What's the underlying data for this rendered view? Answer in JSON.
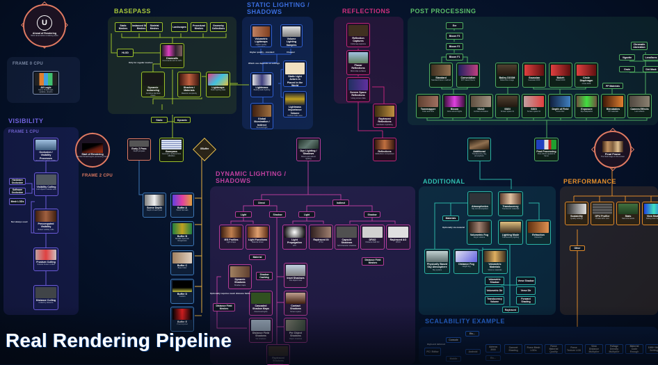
{
  "caption": "Real Rendering Pipeline",
  "colors": {
    "background": "#041022",
    "main_flow": "#e07a62",
    "visibility": "#6b5bd8",
    "basepass": "#9bc02a",
    "static_lighting": "#2f5fd0",
    "reflections": "#c0257a",
    "post_processing": "#4fae62",
    "dynamic_lighting": "#b43c9a",
    "additional": "#2bb3a6",
    "performance": "#e08a2a",
    "scalability": "#1f5fd0",
    "gbuffer": "#3d78b8"
  },
  "main_flow": {
    "ahead": {
      "label": "Ahead of Rendering",
      "sub": "Work done before rendering starts"
    },
    "frame0_label": "FRAME 0 CPU",
    "frame1_label": "FRAME 1 CPU",
    "frame2_label": "FRAME 2 CPU",
    "cpu_logic": {
      "label": "All Logic",
      "sub": "Game thread logic, updates, physics"
    },
    "start": {
      "label": "Start of Rendering",
      "sub": "Render thread begins processing frame"
    },
    "early_z": {
      "label": "Early Z Pass",
      "sub": "Depth prepass"
    },
    "basepass_node": {
      "label": "Basepass",
      "sub": "Geometry rendered into GBuffers"
    },
    "gbuffer_diamond": {
      "label": "GBuffer"
    },
    "dyn_lighting_node": {
      "label": "Dyn Lighting / Shadows",
      "sub": "Direct and indirect lighting"
    },
    "reflections_node": {
      "label": "Reflections",
      "sub": "Reflections composited"
    },
    "additional_node": {
      "label": "Additional",
      "sub": "Translucency, fog, atmosphere"
    },
    "post_node": {
      "label": "Post Processing",
      "sub": "Post effects applied to frame"
    },
    "final": {
      "label": "Final Frame",
      "sub": "The final image on the screen"
    }
  },
  "sections": {
    "visibility": {
      "title": "VISIBILITY",
      "nodes": [
        {
          "label": "Occlusion / Visibility Processes",
          "sub": "Determine what is visible"
        },
        {
          "label": "Visibility Culling",
          "sub": "Cull objects outside view"
        },
        {
          "label": "Precomputed Visibility",
          "sub": "Baked visibility cells"
        },
        {
          "label": "Frustum Culling",
          "sub": "Outside frustum culled"
        },
        {
          "label": "Distance Culling",
          "sub": "Culled by distance"
        }
      ],
      "pills": [
        "Hardware Occlusion",
        "Software Occlusion",
        "Mesh LODs"
      ],
      "note": "Not always used"
    },
    "basepass": {
      "title": "BASEPASS",
      "pills_top": [
        "Static Meshes",
        "Instanced Static Meshes",
        "Skeletal Meshes",
        "Landscapes",
        "Procedural Meshes",
        "Geometry Collections"
      ],
      "hlod": "HLOD",
      "drawcalls": {
        "label": "Drawcalls",
        "sub": "Commands sent to GPU"
      },
      "note": "Only for regular meshes",
      "dynamic_instancing": {
        "label": "Dynamic Instancing",
        "sub": "Combine identical draws"
      },
      "shaders": {
        "label": "Shaders / Materials",
        "sub": "Material complexity"
      },
      "lightmaps": {
        "label": "Lightmaps",
        "sub": "Static lighting data"
      },
      "static_pill": "Static",
      "dynamic_pill": "Dynamic"
    },
    "static_lighting": {
      "title_line1": "STATIC LIGHTING /",
      "title_line2": "SHADOWS",
      "nodes": [
        {
          "label": "Volumetric Lightmaps",
          "sub": "Higher quality standard"
        },
        {
          "label": "Volume Lighting Samples",
          "sub": "Cheaper"
        },
        {
          "label": "Lightmass",
          "sub": "Baking static lighting"
        },
        {
          "label": "Static Light Actors in Placed in the World",
          "sub": "Lights placed in level"
        },
        {
          "label": "Lightmass Importance Volume",
          "sub": "Defines bake area"
        },
        {
          "label": "Global Illumination / Indirect",
          "sub": "Bounced light"
        }
      ],
      "notes": [
        "Higher quality - standard",
        "Cheaper",
        "Which one depends on settings"
      ]
    },
    "reflections": {
      "title": "REFLECTIONS",
      "nodes": [
        {
          "label": "Reflection Captures",
          "sub": "Cubemap captures"
        },
        {
          "label": "Planar Reflections",
          "sub": "Mirror-like surfaces"
        },
        {
          "label": "Screen Space Reflections",
          "sub": "Using screen data"
        },
        {
          "label": "Raytraced Reflections",
          "sub": "Hardware raytracing"
        }
      ]
    },
    "post_processing": {
      "title": "POST PROCESSING",
      "chain": [
        "Exr",
        "Bloom F3",
        "Bloom F2",
        "Bloom F1"
      ],
      "mid_nodes": [
        {
          "label": "Standard",
          "sub": "Standard bloom method"
        },
        {
          "label": "Convolution",
          "sub": "FFT based bloom"
        },
        {
          "label": "Bailey DOOM",
          "sub": "Reference image"
        },
        {
          "label": "Gaussian",
          "sub": "Gaussian DOF"
        },
        {
          "label": "Bokeh",
          "sub": "Bokeh DOF"
        },
        {
          "label": "Circle Diaphragm",
          "sub": "Circle DOF"
        }
      ],
      "bottom_nodes": [
        {
          "label": "Tonemapper",
          "sub": "Color and tone"
        },
        {
          "label": "Bloom",
          "sub": "Glow around lights"
        },
        {
          "label": "SSAO",
          "sub": "Ambient occlusion"
        },
        {
          "label": "SSGI",
          "sub": "Screen space GI"
        },
        {
          "label": "SSGI",
          "sub": "Screen space GI"
        },
        {
          "label": "Depth of Field",
          "sub": "Focus blur"
        },
        {
          "label": "Exposure",
          "sub": "Eye adaptation"
        },
        {
          "label": "Blendables",
          "sub": "PP materials"
        },
        {
          "label": "Camera Effects",
          "sub": "Lens effects"
        }
      ],
      "pills": [
        "Chromatic Aberration",
        "Vignette",
        "Lensflares",
        "Grain",
        "Dirt Mask",
        "PP Materials"
      ]
    },
    "dynamic_lighting": {
      "title_line1": "DYNAMIC LIGHTING /",
      "title_line2": "SHADOWS",
      "branches": [
        "Direct",
        "Indirect"
      ],
      "sub_branches": [
        "Light",
        "Shadow",
        "Light",
        "Shadow"
      ],
      "nodes": [
        {
          "label": "IES Profiles",
          "sub": "Light shape"
        },
        {
          "label": "Light Functions",
          "sub": "Material driven"
        },
        {
          "label": "Light Propagation",
          "sub": "LPV"
        },
        {
          "label": "Raytraced GI",
          "sub": "RTGI"
        },
        {
          "label": "Capsule Shadows",
          "sub": "Soft character shadows"
        },
        {
          "label": "DFAO",
          "sub": "Distance field AO"
        },
        {
          "label": "Raytraced AO",
          "sub": "RTAO"
        },
        {
          "label": "Dynamic Shadows",
          "sub": "Shadow maps"
        },
        {
          "label": "Inset Shadows",
          "sub": "Per-object inset"
        },
        {
          "label": "Cascaded Shadow Maps",
          "sub": "Directional lights"
        },
        {
          "label": "Contact Shadows",
          "sub": "Screen space"
        },
        {
          "label": "Distance Field Shadows",
          "sub": "Far shadows"
        },
        {
          "label": "Per Object Shadows",
          "sub": "Object shadows"
        },
        {
          "label": "Raytraced Shadows",
          "sub": "RT shadows"
        }
      ],
      "pills": [
        "Material",
        "Shadow Caching",
        "Distance Field Meshes",
        "Distance Field Meshes"
      ],
      "note": "Optionally requires mesh distance fields"
    },
    "gbuffers": {
      "nodes": [
        {
          "label": "Scene Depth",
          "sub": "Depth of each pixel"
        },
        {
          "label": "Buffer A",
          "sub": "World Normals"
        },
        {
          "label": "Buffer B",
          "sub": "Metallic Specular Roughness"
        },
        {
          "label": "Buffer C",
          "sub": "Base Color"
        },
        {
          "label": "Buffer D",
          "sub": "Custom"
        },
        {
          "label": "Buffer E",
          "sub": "Precomputed"
        }
      ]
    },
    "additional": {
      "title": "ADDITIONAL",
      "nodes": [
        {
          "label": "Atmospherics",
          "sub": "Sky and atmosphere"
        },
        {
          "label": "Translucency",
          "sub": "Translucent materials"
        },
        {
          "label": "Volumetric Fog",
          "sub": "Fog in volume"
        },
        {
          "label": "Lighting Mode",
          "sub": "Translucency lighting"
        },
        {
          "label": "Refraction",
          "sub": "Distortion"
        },
        {
          "label": "Physically Based Sky Atmosphere",
          "sub": "Sky system"
        },
        {
          "label": "Distance Fog",
          "sub": "Height fog"
        },
        {
          "label": "Volumetric Materials",
          "sub": "Volume materials"
        }
      ],
      "pills": [
        "Materials",
        "Volumetric Shadow",
        "Volumetric Dir",
        "Translucency Volume",
        "Verse Shadow",
        "Verse Dir",
        "Forward Shading",
        "Raytraced"
      ],
      "note": "Optionally via material"
    },
    "performance": {
      "title": "PERFORMANCE",
      "nodes": [
        {
          "label": "Scalability",
          "sub": "Quality settings"
        },
        {
          "label": "GPU Profiler",
          "sub": "Profile GPU cost"
        },
        {
          "label": "Stats",
          "sub": "Stat commands"
        },
        {
          "label": "View Modes",
          "sub": "Debug view modes"
        }
      ],
      "pill": "Other"
    },
    "scalability": {
      "title": "SCALABILITY EXAMPLE",
      "tree": [
        "PC / Editor",
        "Console",
        "Etc...",
        "Mobile",
        "Android",
        "Etc...",
        "Adreno 3000",
        "Etc..."
      ],
      "note": "High-end deferred",
      "chain": [
        "Convert Shading",
        "Force Mesh LODs",
        "Force Material Quality",
        "Force Texture LOD",
        "View Distance Multiplier",
        "Foliage Density Multiplier",
        "Material Code Enough",
        "1000+ More Settings"
      ]
    }
  }
}
